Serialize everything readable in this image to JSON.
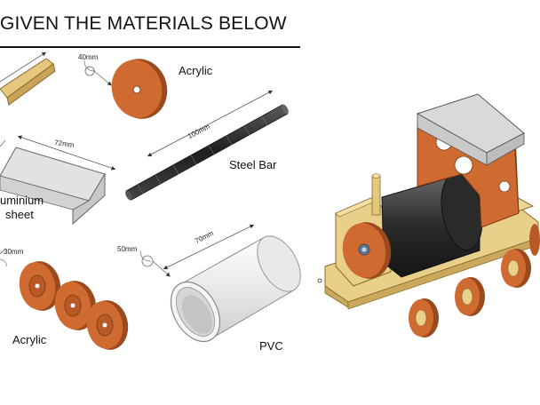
{
  "header": {
    "title": "GIVEN THE MATERIALS BELOW"
  },
  "materials": {
    "acrylic_disc": {
      "label": "Acrylic",
      "dimension": "40mm"
    },
    "steel_bar": {
      "label": "Steel Bar",
      "dimension": "100mm"
    },
    "aluminium_sheet": {
      "label_line1": "uminium",
      "label_line2": "sheet",
      "dimension": "72mm"
    },
    "acrylic_wheels": {
      "label": "Acrylic",
      "dimension": "30mm"
    },
    "pvc_pipe": {
      "label": "PVC",
      "diameter": "50mm",
      "length": "70mm"
    }
  },
  "colors": {
    "acrylic_orange": "#c8602a",
    "wood": "#e8cf8a",
    "steel": "#3a3a3a",
    "aluminium": "#d9d9d9",
    "pvc": "#eeeeee"
  }
}
